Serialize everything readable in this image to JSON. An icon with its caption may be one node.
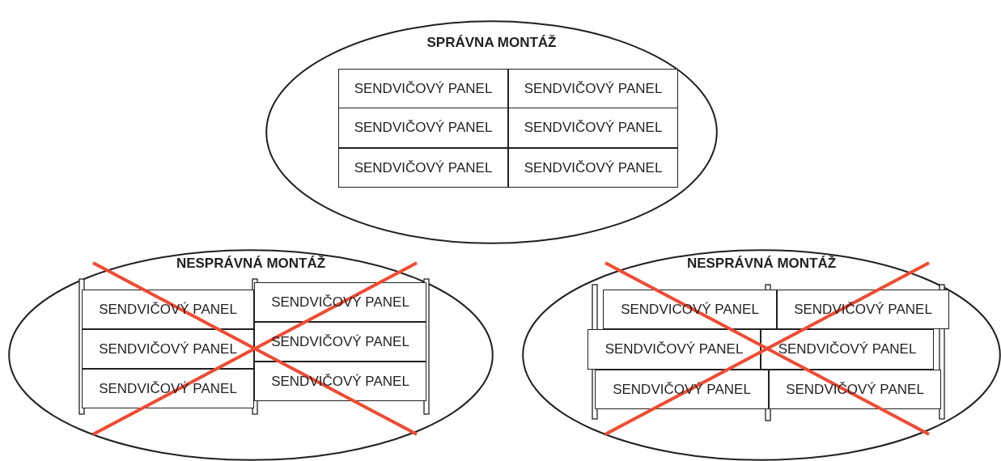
{
  "diagram": {
    "nodes": [
      {
        "text": [
          "SPRÁVNA MONTÁŽ"
        ]
      },
      {
        "text": [
          "SENDVIČOVÝ PANEL"
        ],
        "in": 0
      },
      {
        "text": [
          "SENDVIČOVÝ PANEL"
        ],
        "in": 0
      },
      {
        "text": [
          "SENDVIČOVÝ PANEL"
        ],
        "in": 0
      },
      {
        "text": [
          "SENDVIČOVÝ PANEL"
        ],
        "in": 0
      },
      {
        "text": [
          "SENDVIČOVÝ PANEL"
        ],
        "in": 0
      },
      {
        "text": [
          "SENDVIČOVÝ PANEL"
        ],
        "in": 0
      },
      {
        "text": [
          "NESPRÁVNÁ MONTÁŽ"
        ]
      },
      {
        "text": [
          "SENDVIČOVÝ PANEL"
        ],
        "in": 7
      },
      {
        "text": [
          "SENDVIČOVÝ PANEL"
        ],
        "in": 7
      },
      {
        "text": [
          "SENDVIČOVÝ PANEL"
        ],
        "in": 7
      },
      {
        "text": [
          "SENDVIČOVÝ PANEL"
        ],
        "in": 7
      },
      {
        "text": [
          "SENDVIČOVÝ PANEL"
        ],
        "in": 7
      },
      {
        "text": [
          "SENDVIČOVÝ PANEL"
        ],
        "in": 7
      },
      {
        "text": [
          "NESPRÁVNÁ MONTÁŽ"
        ]
      },
      {
        "text": [
          "SENDVICOVÝ PANEL"
        ],
        "in": 14
      },
      {
        "text": [
          "SENDVIČOVÝ PANEL"
        ],
        "in": 14
      },
      {
        "text": [
          "SENDVIČOVÝ PANEL"
        ],
        "in": 14
      },
      {
        "text": [
          "SENDVIČOVÝ PANEL"
        ],
        "in": 14
      },
      {
        "text": [
          "SENDVIČOVÝ PANEL"
        ],
        "in": 14
      },
      {
        "text": [
          "SENDVIČOVÝ PANEL"
        ],
        "in": 14
      }
    ]
  }
}
